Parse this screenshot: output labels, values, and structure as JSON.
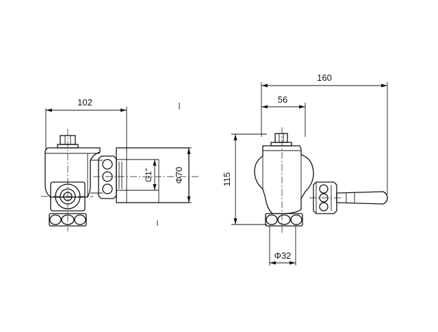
{
  "drawing": {
    "left_view": {
      "width_dim": "102",
      "thread_dim": "G1\"",
      "diameter_dim": "Φ70"
    },
    "right_view": {
      "overall_width_dim": "160",
      "offset_dim": "56",
      "height_dim": "115",
      "outlet_dim": "Φ32"
    }
  }
}
